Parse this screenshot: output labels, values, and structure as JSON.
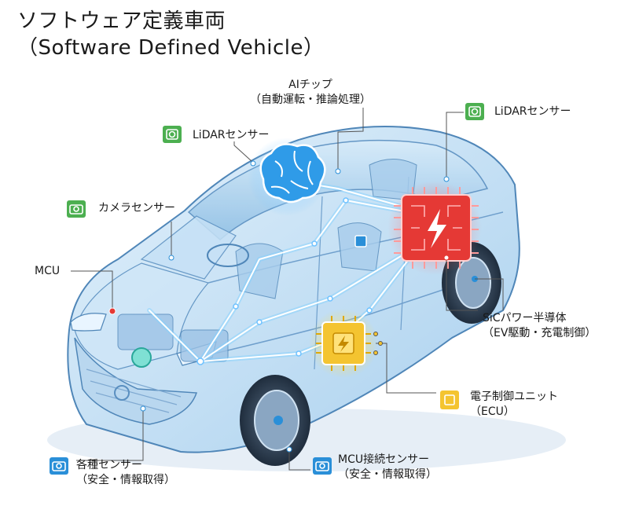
{
  "title": {
    "line1": "ソフトウェア定義車両",
    "line2": "（Software Defined Vehicle）"
  },
  "labels": {
    "ai_chip": {
      "line1": "AIチップ",
      "line2": "（自動運転・推論処理）"
    },
    "lidar_top_right": "LiDARセンサー",
    "lidar_left": "LiDARセンサー",
    "camera": "カメラセンサー",
    "mcu": "MCU",
    "sic": {
      "line1": "SiCパワー半導体",
      "line2": "（EV駆動・充電制御）"
    },
    "ecu": {
      "line1": "電子制御ユニット",
      "line2": "（ECU）"
    },
    "mcu_sensor": {
      "line1": "MCU接続センサー",
      "line2": "（安全・情報取得）"
    },
    "various_sensor": {
      "line1": "各種センサー",
      "line2": "（安全・情報取得）"
    }
  },
  "icons": {
    "camera": "camera-icon",
    "lidar": "lidar-icon",
    "chip": "chip-icon"
  },
  "colors": {
    "green": "#4caf50",
    "blue": "#2a8fd8",
    "red": "#e53935",
    "yellow": "#f4c430",
    "line_gray": "#555555",
    "car_blue": "#9cc8ea"
  }
}
